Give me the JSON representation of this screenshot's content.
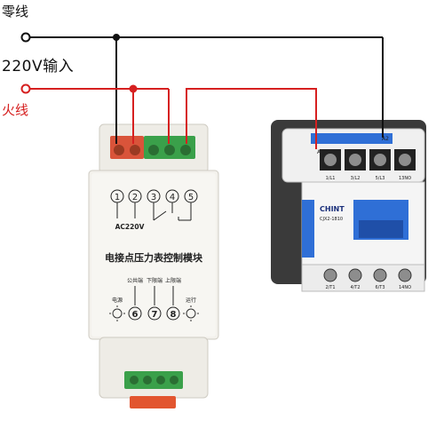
{
  "labels": {
    "neutral": "零线",
    "input": "220V输入",
    "live": "火线"
  },
  "module": {
    "terminal_numbers_top": [
      "1",
      "2",
      "3",
      "4",
      "5"
    ],
    "voltage": "AC220V",
    "title": "电接点压力表控制模块",
    "indicator_left": "电源",
    "indicator_right": "运行",
    "upper_labels": [
      "公共端",
      "下限端",
      "上限端"
    ],
    "terminal_numbers_bottom": [
      "6",
      "7",
      "8"
    ]
  },
  "contactor": {
    "brand": "CHINT",
    "model": "CJX2-1810",
    "top_terminals": [
      "1/L1",
      "3/L2",
      "5/L3",
      "13NO"
    ],
    "bottom_terminals": [
      "2/T1",
      "4/T2",
      "6/T3",
      "14NO"
    ],
    "coil_marks": [
      "A1",
      "A2"
    ]
  },
  "colors": {
    "neutral_wire": "#111111",
    "live_wire": "#d62020",
    "terminal_red": "#d9543a",
    "terminal_green": "#3aa04a",
    "contactor_blue": "#2f6fd6"
  }
}
